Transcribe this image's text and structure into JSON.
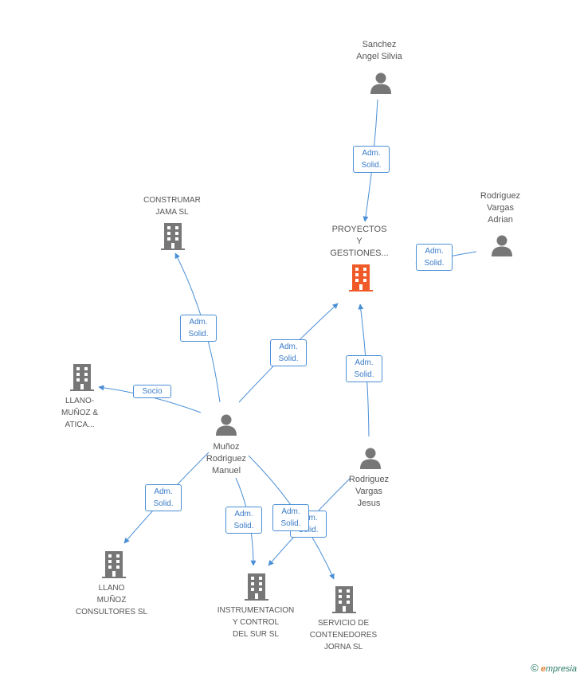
{
  "colors": {
    "edge": "#4a8fd6",
    "person": "#777777",
    "company": "#777777",
    "highlight": "#f05a28"
  },
  "nodes": [
    {
      "id": "sanchez",
      "kind": "person",
      "label": "Sanchez\nAngel Silvia"
    },
    {
      "id": "rodriguez_adrian",
      "kind": "person",
      "label": "Rodriguez\nVargas\nAdrian"
    },
    {
      "id": "proyectos",
      "kind": "company",
      "highlight": true,
      "label": "PROYECTOS\nY\nGESTIONES..."
    },
    {
      "id": "construmar",
      "kind": "company",
      "label": "CONSTRUMAR\nJAMA SL"
    },
    {
      "id": "llano_atica",
      "kind": "company",
      "label": "LLANO-\nMUÑOZ &\nATICA..."
    },
    {
      "id": "munoz",
      "kind": "person",
      "label": "Muñoz\nRodriguez\nManuel"
    },
    {
      "id": "rodriguez_jesus",
      "kind": "person",
      "label": "Rodriguez\nVargas\nJesus"
    },
    {
      "id": "llano_consultores",
      "kind": "company",
      "label": "LLANO\nMUÑOZ\nCONSULTORES SL"
    },
    {
      "id": "instrumentacion",
      "kind": "company",
      "label": "INSTRUMENTACION\nY CONTROL\nDEL SUR SL"
    },
    {
      "id": "servicio",
      "kind": "company",
      "label": "SERVICIO DE\nCONTENEDORES\nJORNA SL"
    }
  ],
  "edges": [
    {
      "id": "e1",
      "label": "Adm.\nSolid."
    },
    {
      "id": "e2",
      "label": "Adm.\nSolid."
    },
    {
      "id": "e3",
      "label": "Adm.\nSolid."
    },
    {
      "id": "e4",
      "label": "Adm.\nSolid."
    },
    {
      "id": "e5",
      "label": "Adm.\nSolid."
    },
    {
      "id": "e6",
      "label": "Socio"
    },
    {
      "id": "e7",
      "label": "Adm.\nSolid."
    },
    {
      "id": "e8",
      "label": "Adm.\nSolid."
    },
    {
      "id": "e9",
      "label": "Adm.\nSolid."
    },
    {
      "id": "e10",
      "label": "Adm.\nSolid."
    }
  ],
  "brand": {
    "symbol": "©",
    "initial": "e",
    "rest": "mpresia"
  }
}
